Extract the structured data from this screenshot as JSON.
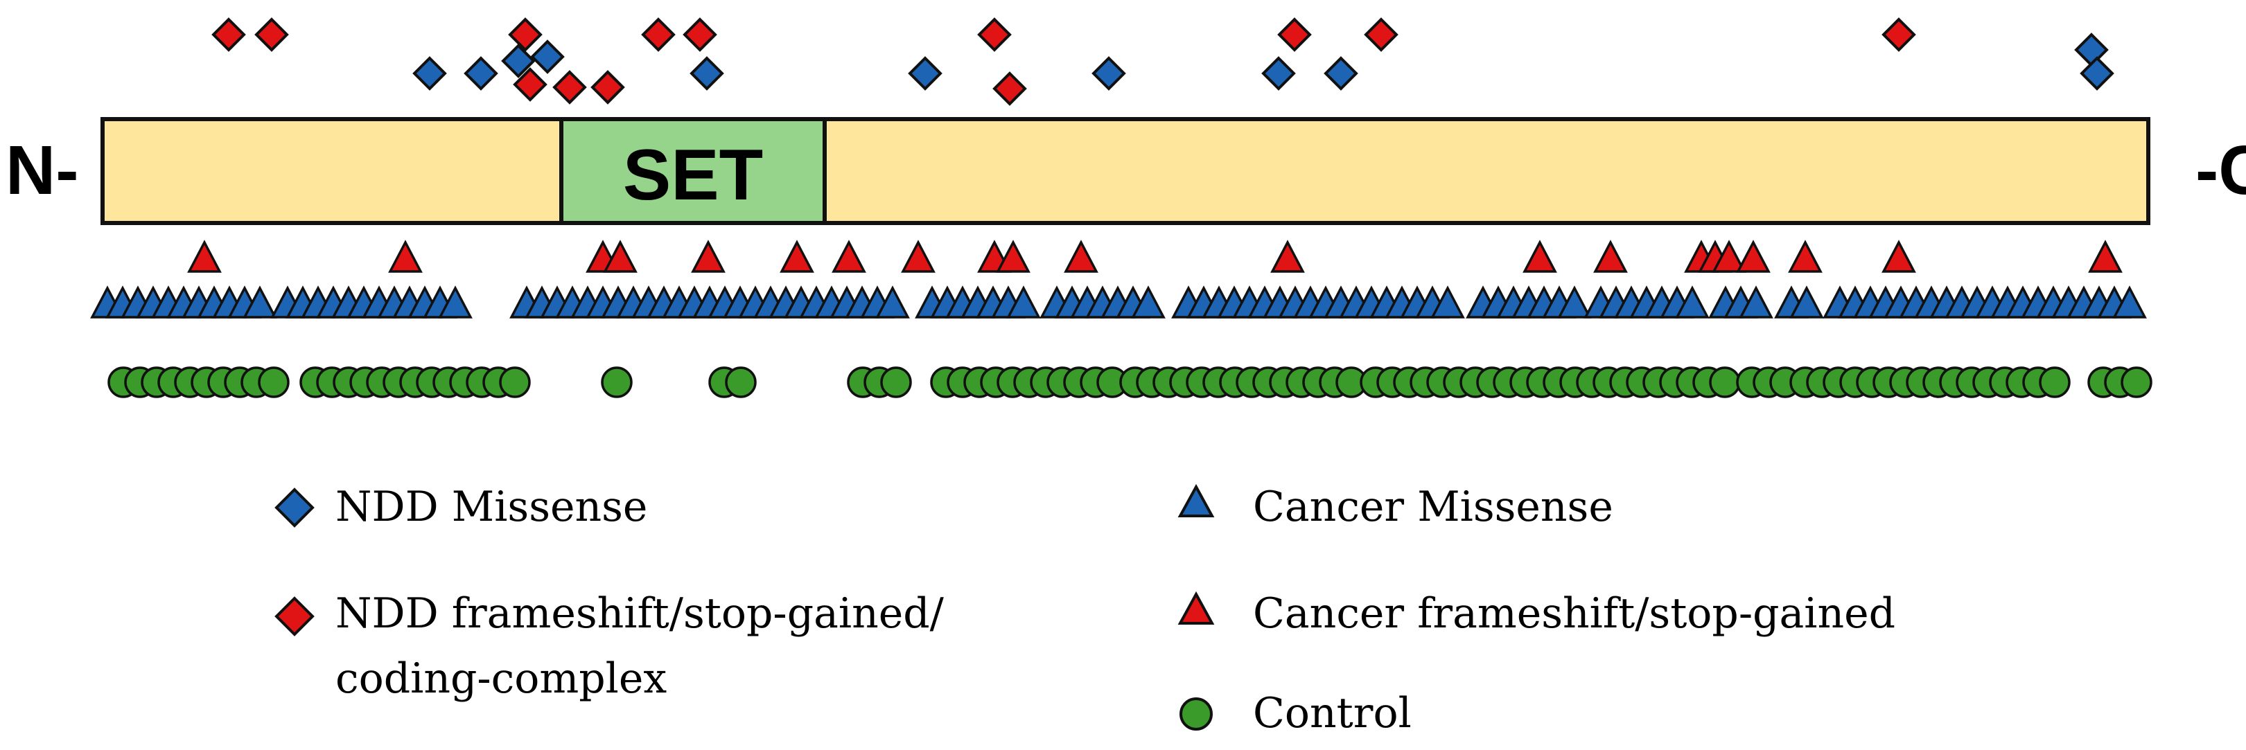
{
  "protein": {
    "n_label": "N-",
    "c_label": "-C",
    "domain_label": "SET",
    "colors": {
      "body": "#FEE79C",
      "domain": "#96D48C",
      "outline": "#111111"
    }
  },
  "series_colors": {
    "blue": "#1E64B4",
    "red": "#E01414",
    "green": "#3A9A2A"
  },
  "legend": {
    "ndd_missense": "NDD Missense",
    "ndd_frameshift_line1": "NDD frameshift/stop-gained/",
    "ndd_frameshift_line2": "coding-complex",
    "cancer_missense": "Cancer Missense",
    "cancer_frameshift": "Cancer frameshift/stop-gained",
    "control": "Control"
  }
}
